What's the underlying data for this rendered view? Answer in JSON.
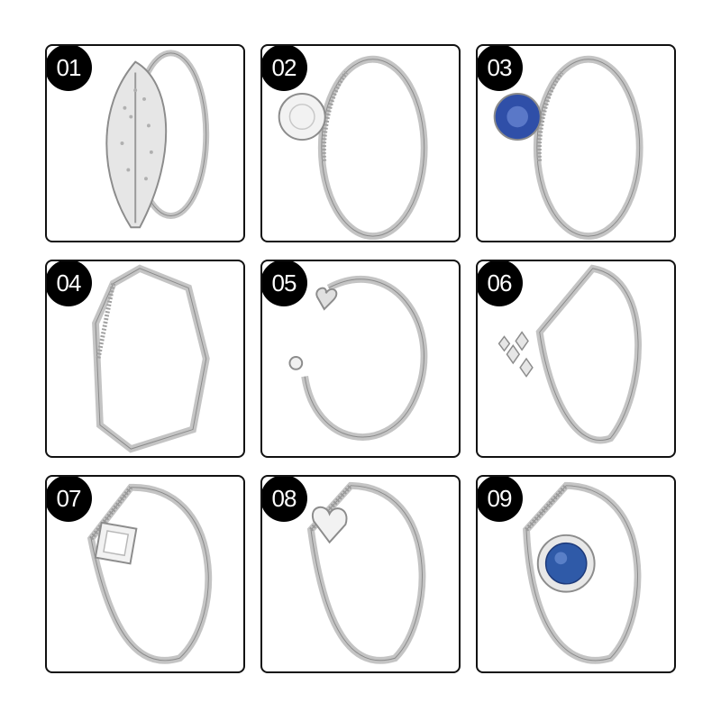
{
  "products": [
    {
      "number": "01",
      "design": "leaf-pave",
      "stone_color": "#e8e8e8"
    },
    {
      "number": "02",
      "design": "clear-solitaire",
      "stone_color": "#f2f2f2"
    },
    {
      "number": "03",
      "design": "blue-solitaire",
      "stone_color": "#2f4fa8"
    },
    {
      "number": "04",
      "design": "geometric-band",
      "stone_color": "#e8e8e8"
    },
    {
      "number": "05",
      "design": "open-heart",
      "stone_color": "#e8e8e8"
    },
    {
      "number": "06",
      "design": "wishbone-tiara",
      "stone_color": "#e8e8e8"
    },
    {
      "number": "07",
      "design": "wishbone-square-halo",
      "stone_color": "#f2f2f2"
    },
    {
      "number": "08",
      "design": "wishbone-heart-halo",
      "stone_color": "#f2f2f2"
    },
    {
      "number": "09",
      "design": "wishbone-blue-halo",
      "stone_color": "#2f5aa8"
    }
  ],
  "colors": {
    "badge": "#000000",
    "metal": "#b8b8b8",
    "metal_dark": "#7a7a7a",
    "frame": "#111111"
  }
}
